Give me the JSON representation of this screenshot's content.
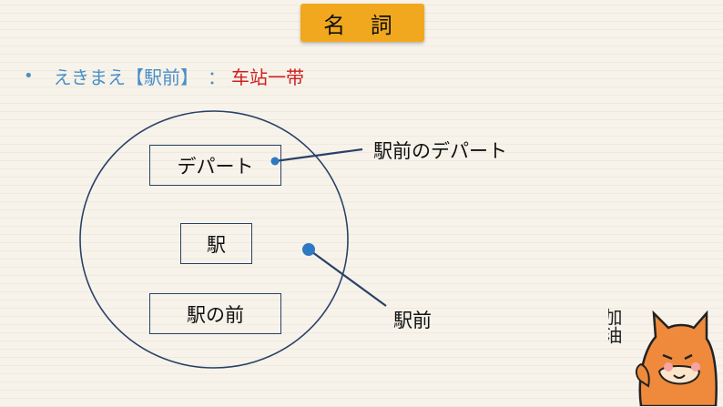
{
  "header": {
    "title": "名 詞"
  },
  "vocab": {
    "reading": "えきまえ【駅前】",
    "colon": "：",
    "meaning": "车站一带"
  },
  "diagram": {
    "boxes": {
      "depart": "デパート",
      "eki": "駅",
      "eki_no_mae": "駅の前"
    },
    "callouts": {
      "ekimae_no_depart": "駅前のデパート",
      "ekimae": "駅前"
    }
  },
  "mascot": {
    "caption": "加油"
  },
  "colors": {
    "accent": "#f1a81e",
    "reading": "#4a8fc9",
    "meaning": "#d01e1e",
    "line": "#2a4168",
    "dot": "#2f78c4"
  }
}
